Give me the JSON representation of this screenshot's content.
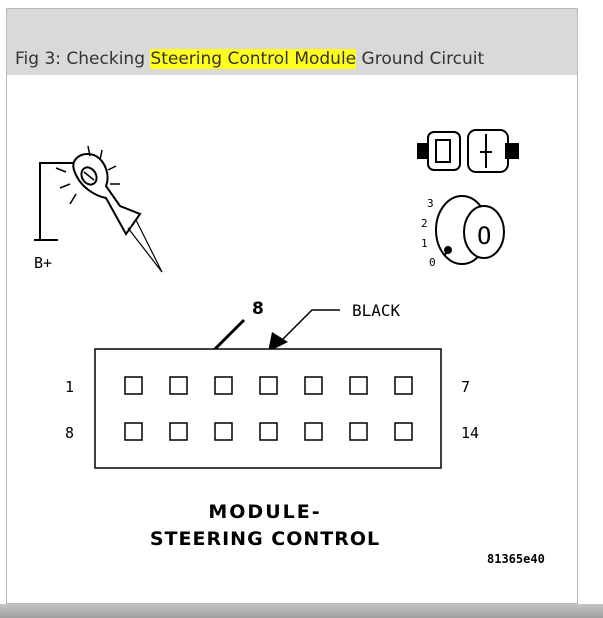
{
  "caption": {
    "prefix": "Fig 3: Checking ",
    "highlight": "Steering Control Module",
    "suffix": " Ground Circuit"
  },
  "diagram": {
    "test_light_label": "B+",
    "ignition_positions": [
      "3",
      "2",
      "1",
      "0"
    ],
    "key_letter": "O",
    "pin_callout": "8",
    "wire_color_label": "BLACK",
    "row_labels": {
      "top_left": "1",
      "top_right": "7",
      "bottom_left": "8",
      "bottom_right": "14"
    },
    "component_title_line1": "MODULE-",
    "component_title_line2": "STEERING CONTROL",
    "figure_id": "81365e40"
  }
}
